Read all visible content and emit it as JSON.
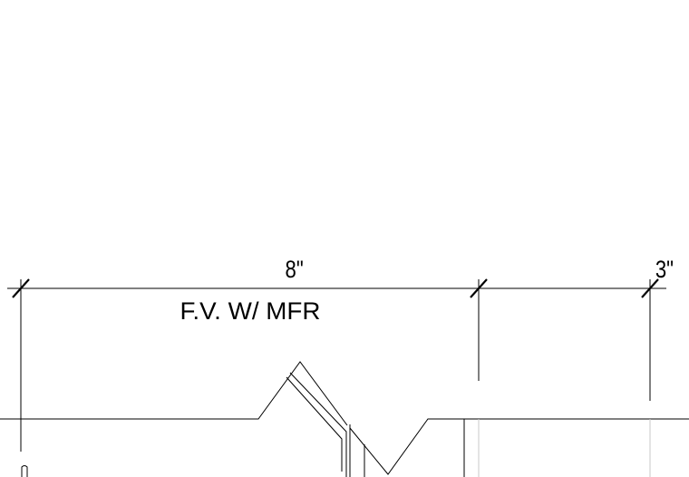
{
  "dimensions": [
    {
      "label": "8\""
    },
    {
      "label": "3\""
    }
  ],
  "note": "F.V. W/ MFR",
  "colors": {
    "line": "#000000",
    "light_line": "#c8c8c8",
    "background": "#ffffff"
  }
}
